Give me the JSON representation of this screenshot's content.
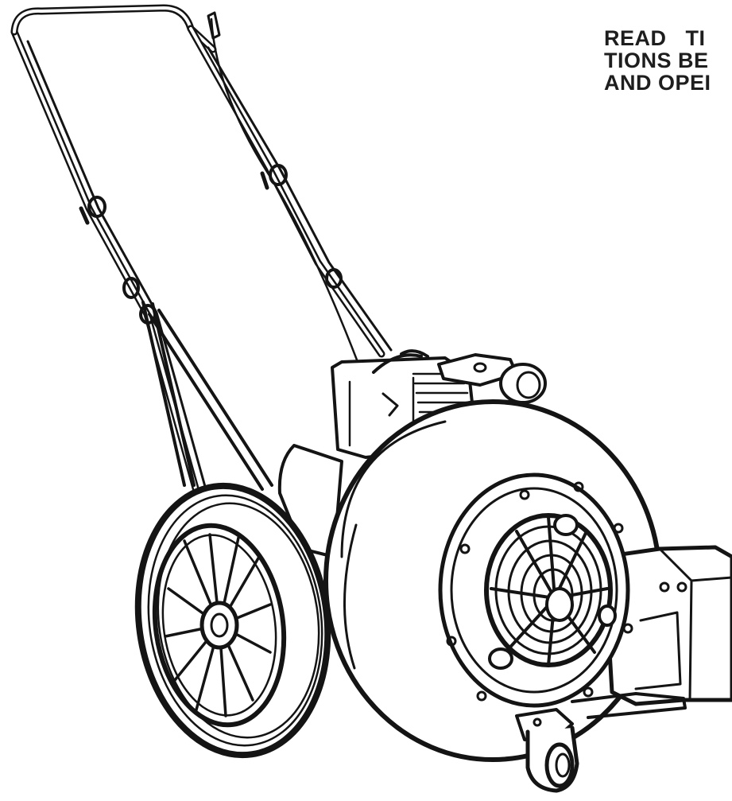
{
  "notice": {
    "lines": [
      "READ   TI",
      "TIONS BE",
      "AND OPEI"
    ]
  },
  "illustration": {
    "subject": "walk-behind-blower-drawing"
  }
}
